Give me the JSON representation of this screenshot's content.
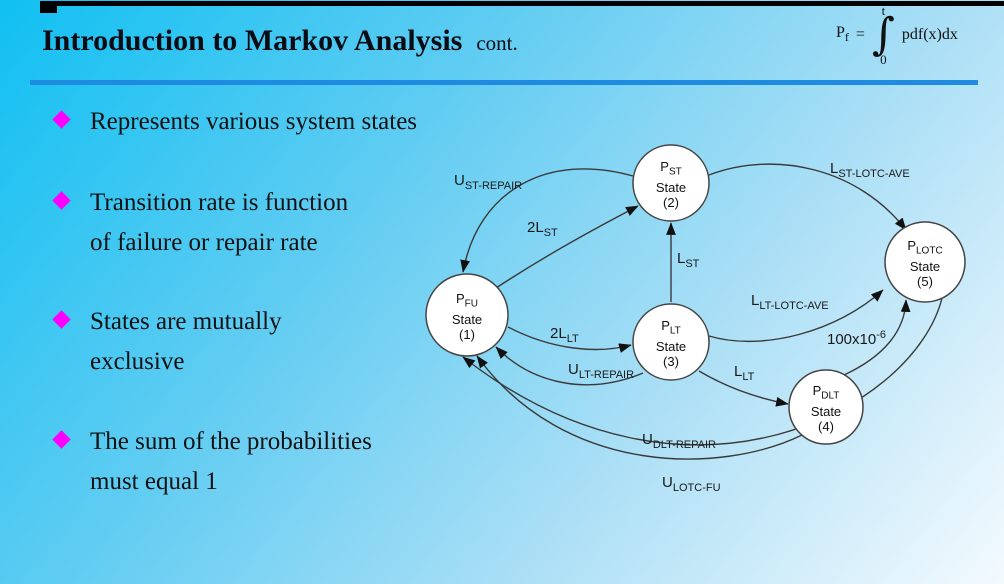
{
  "slide": {
    "title": "Introduction to Markov Analysis",
    "title_suffix": "cont."
  },
  "formula": {
    "lhs": "P",
    "lhs_sub": "f",
    "equals": "=",
    "upper_limit": "t",
    "integral": "∫",
    "lower_limit": "0",
    "integrand": "pdf(x)dx"
  },
  "bullets": [
    {
      "line1": "Represents various system states",
      "line2": ""
    },
    {
      "line1": "Transition rate is function",
      "line2": "of failure or repair rate"
    },
    {
      "line1": "States are mutually",
      "line2": "exclusive"
    },
    {
      "line1": "The sum of the probabilities",
      "line2": "must equal 1"
    }
  ],
  "diagram": {
    "states": [
      {
        "symbol": "P",
        "symbol_sub": "FU",
        "label": "State",
        "number": "(1)"
      },
      {
        "symbol": "P",
        "symbol_sub": "ST",
        "label": "State",
        "number": "(2)"
      },
      {
        "symbol": "P",
        "symbol_sub": "LT",
        "label": "State",
        "number": "(3)"
      },
      {
        "symbol": "P",
        "symbol_sub": "DLT",
        "label": "State",
        "number": "(4)"
      },
      {
        "symbol": "P",
        "symbol_sub": "LOTC",
        "label": "State",
        "number": "(5)"
      }
    ],
    "edge_labels": {
      "u_st_repair": {
        "main": "U",
        "sub": "ST-REPAIR"
      },
      "two_l_st": {
        "main": "2L",
        "sub": "ST"
      },
      "l_st": {
        "main": "L",
        "sub": "ST"
      },
      "l_st_lotc_ave": {
        "main": "L",
        "sub": "ST-LOTC-AVE"
      },
      "l_lt_lotc_ave": {
        "main": "L",
        "sub": "LT-LOTC-AVE"
      },
      "two_l_lt": {
        "main": "2L",
        "sub": "LT"
      },
      "u_lt_repair": {
        "main": "U",
        "sub": "LT-REPAIR"
      },
      "l_lt": {
        "main": "L",
        "sub": "LT"
      },
      "dlt_rate": {
        "main": "100x10",
        "sup": "-6"
      },
      "u_dlt_repair": {
        "main": "U",
        "sub": "DLT-REPAIR"
      },
      "u_lotc_fu": {
        "main": "U",
        "sub": "LOTC-FU"
      }
    }
  },
  "colors": {
    "rule": "#1f8be0",
    "bullet_diamond": "#ff00ff",
    "background_top_left": "#10c0f2",
    "background_bottom_right": "#f3fafe",
    "node_fill": "#ffffff",
    "line": "#3a3a3a"
  }
}
